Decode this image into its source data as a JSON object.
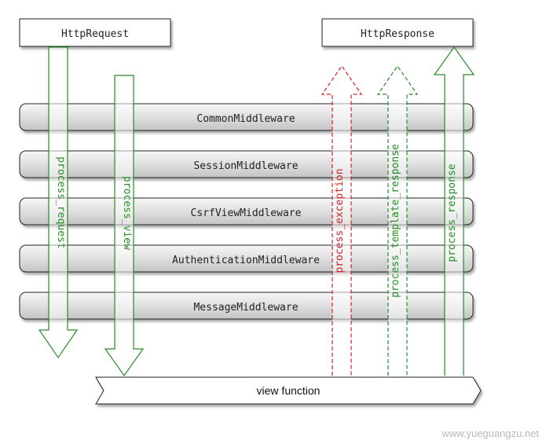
{
  "request_box": {
    "label": "HttpRequest"
  },
  "response_box": {
    "label": "HttpResponse"
  },
  "middlewares": [
    {
      "label": "CommonMiddleware"
    },
    {
      "label": "SessionMiddleware"
    },
    {
      "label": "CsrfViewMiddleware"
    },
    {
      "label": "AuthenticationMiddleware"
    },
    {
      "label": "MessageMiddleware"
    }
  ],
  "view_function": {
    "label": "view function"
  },
  "arrows": {
    "process_request": {
      "label": "process_request",
      "color": "#2a8a2a"
    },
    "process_view": {
      "label": "process_view",
      "color": "#2a8a2a"
    },
    "process_exception": {
      "label": "process_exception",
      "color": "#d42020"
    },
    "process_template_response": {
      "label": "process_template_response",
      "color": "#2a8a2a"
    },
    "process_response": {
      "label": "process_response",
      "color": "#2a8a2a"
    }
  },
  "watermark": {
    "text": "www.yueguangzu.net"
  }
}
